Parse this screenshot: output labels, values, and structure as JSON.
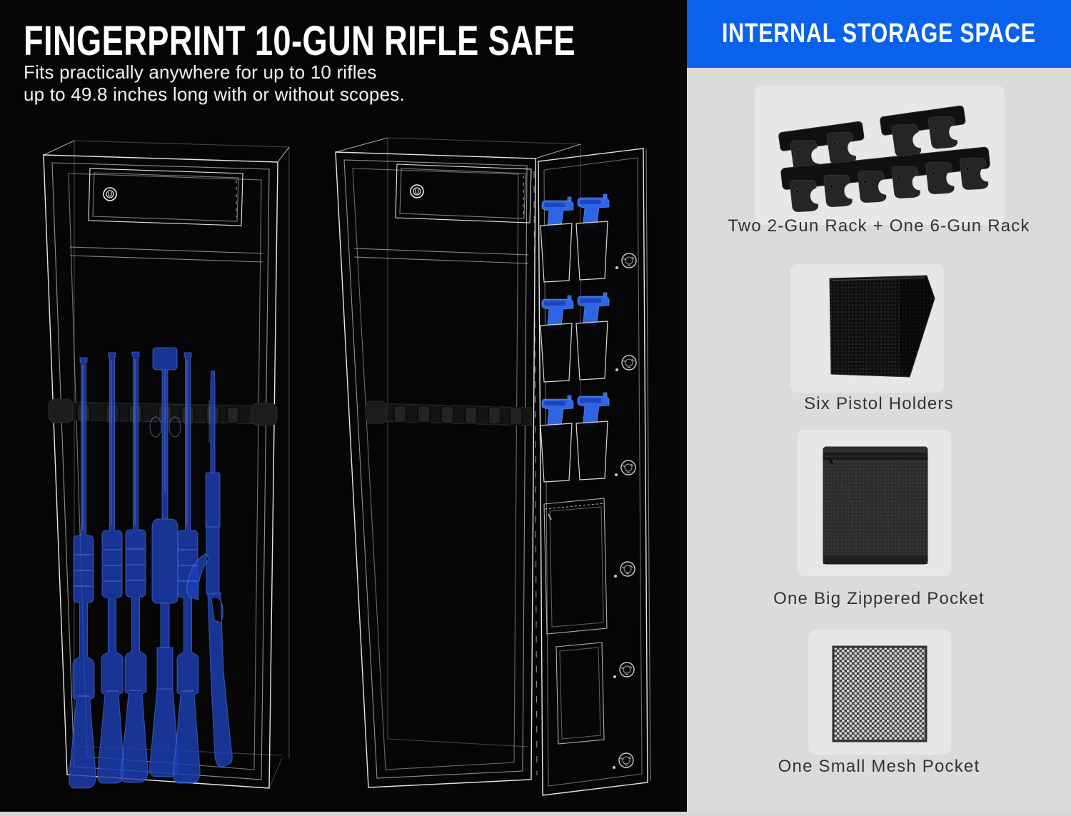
{
  "left_panel": {
    "title": "FINGERPRINT 10-GUN RIFLE SAFE",
    "subtitle_line1": "Fits practically anywhere for up to 10 rifles",
    "subtitle_line2": "up to 49.8 inches long with or without scopes."
  },
  "right_panel": {
    "header": "INTERNAL STORAGE SPACE",
    "items": [
      {
        "label": "Two 2-Gun Rack + One 6-Gun Rack"
      },
      {
        "label": "Six Pistol Holders"
      },
      {
        "label": "One Big Zippered Pocket"
      },
      {
        "label": "One Small Mesh Pocket"
      }
    ]
  },
  "colors": {
    "accent_blue": "#0a62ec",
    "panel_gray": "#dbdbd9",
    "gun_highlight_blue": "#2f6af0",
    "wireframe_white": "#cfcfcf"
  }
}
